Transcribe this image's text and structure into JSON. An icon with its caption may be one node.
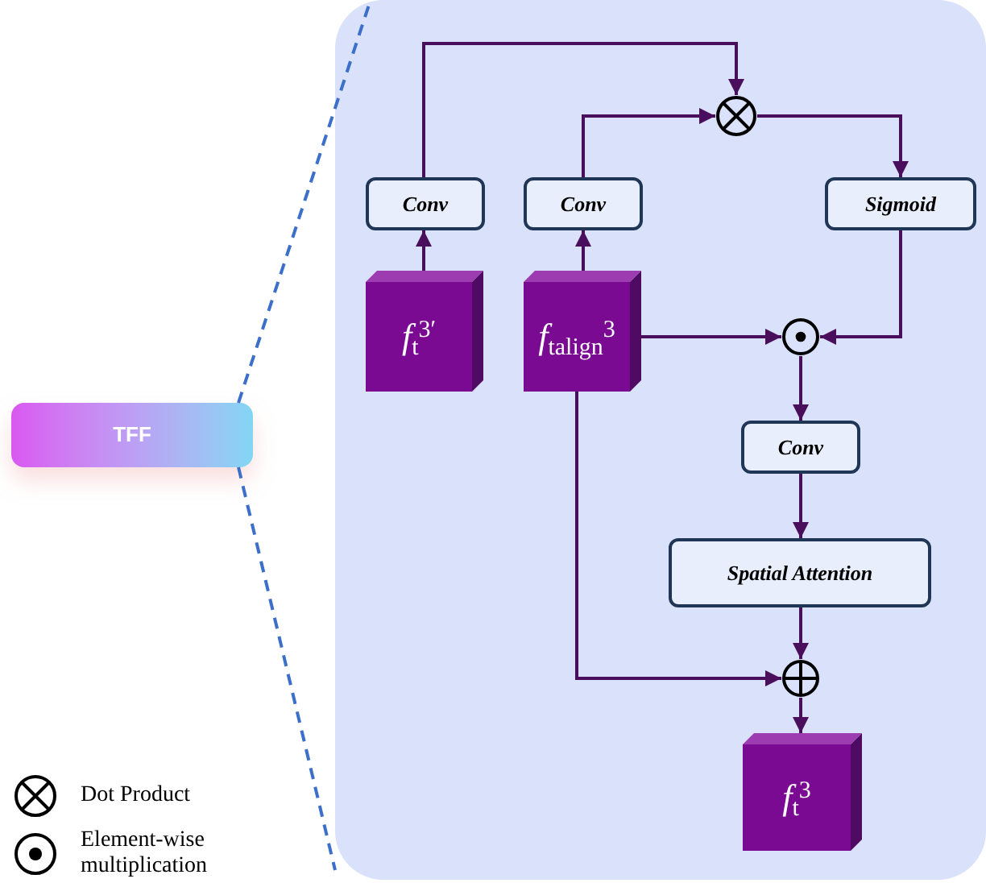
{
  "diagram": {
    "nodes": [
      {
        "text": [
          "TFF"
        ]
      },
      {
        "text": [],
        "shape": "box"
      },
      {
        "text": [
          "Conv"
        ],
        "in": 1
      },
      {
        "text": [
          "Conv"
        ],
        "in": 1
      },
      {
        "text": [
          "Sigmoid"
        ],
        "in": 1
      },
      {
        "text": [
          "*f*$_{t}$$^{3′}$"
        ],
        "in": 1
      },
      {
        "text": [
          "*f*$_{t}$$_{align}$$^{3}$"
        ],
        "in": 1
      },
      {
        "text": [],
        "shape": "circle",
        "in": 1
      },
      {
        "text": [],
        "shape": "circle",
        "in": 1
      },
      {
        "text": [
          "Conv"
        ],
        "in": 1
      },
      {
        "text": [
          "Spatial Attention"
        ],
        "in": 1
      },
      {
        "text": [],
        "shape": "circle",
        "in": 1
      },
      {
        "text": [
          "*f*$_{t}$$^{3}$"
        ],
        "in": 1
      }
    ],
    "edges": [
      {
        "from": 0,
        "to": 1,
        "arrow": "none",
        "style": "dashed",
        "color": "#3b6fc9"
      },
      {
        "from": 0,
        "to": 1,
        "arrow": "none",
        "style": "dashed",
        "color": "#3b6fc9"
      },
      {
        "from": 5,
        "to": 2,
        "arrow": "to"
      },
      {
        "from": 6,
        "to": 3,
        "arrow": "to"
      },
      {
        "from": 2,
        "to": 7,
        "arrow": "to"
      },
      {
        "from": 3,
        "to": 7,
        "arrow": "to"
      },
      {
        "from": 7,
        "to": 4,
        "arrow": "to"
      },
      {
        "from": 6,
        "to": 8,
        "arrow": "to"
      },
      {
        "from": 4,
        "to": 8,
        "arrow": "to"
      },
      {
        "from": 8,
        "to": 9,
        "arrow": "to"
      },
      {
        "from": 9,
        "to": 10,
        "arrow": "to"
      },
      {
        "from": 10,
        "to": 11,
        "arrow": "to"
      },
      {
        "from": 6,
        "to": 11,
        "arrow": "to"
      },
      {
        "from": 11,
        "to": 12,
        "arrow": "to"
      }
    ],
    "legend": [
      {
        "text": "Dot Product"
      },
      {
        "text": "Element-wise multiplication"
      }
    ]
  }
}
